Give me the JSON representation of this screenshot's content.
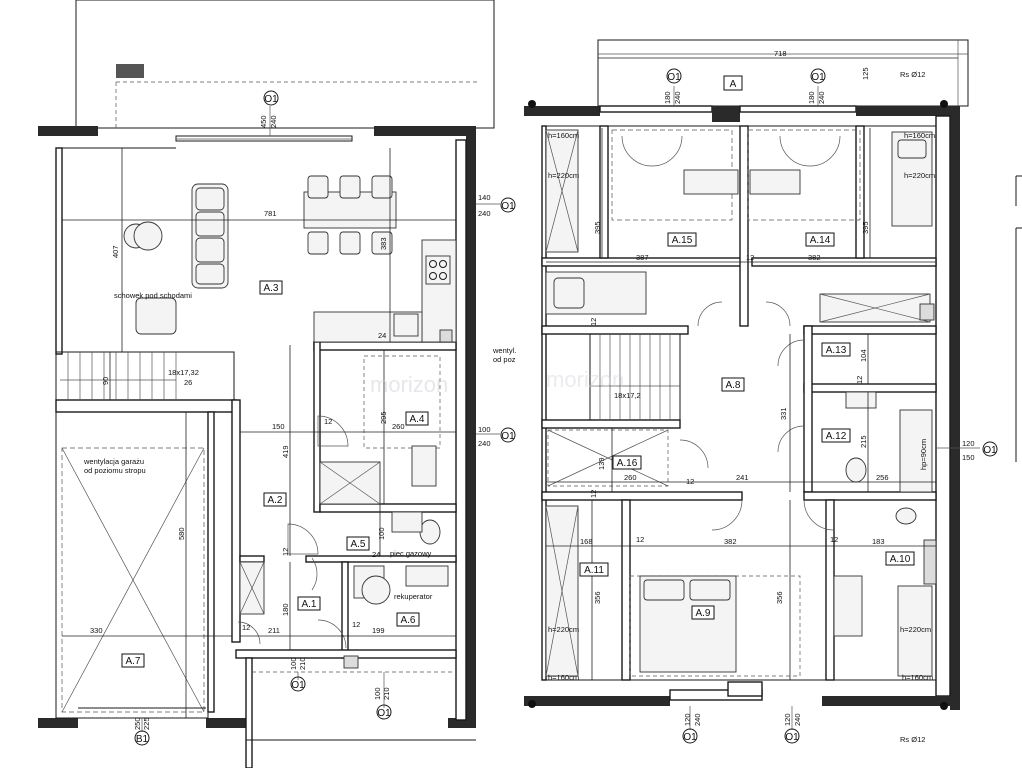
{
  "rooms_left": {
    "a3": "A.3",
    "a2": "A.2",
    "a4": "A.4",
    "a5": "A.5",
    "a1": "A.1",
    "a6": "A.6",
    "a7": "A.7"
  },
  "rooms_right": {
    "a": "A",
    "a15": "A.15",
    "a14": "A.14",
    "a13": "A.13",
    "a8": "A.8",
    "a12": "A.12",
    "a16": "A.16",
    "a11": "A.11",
    "a9": "A.9",
    "a10": "A.10"
  },
  "notes": {
    "schowek": "schowek pod schodami",
    "wentylacja_garazu_1": "wentylacja garażu",
    "wentylacja_garazu_2": "od poziomu stropu",
    "wentyl_1": "wentyl.",
    "wentyl_2": "od poz",
    "piec": "piec gazowy",
    "rekuperator": "rekuperator",
    "stairs_left": "18x17,32",
    "stairs_left_b": "26",
    "stairs_right": "18x17,2",
    "watermark": "morizon"
  },
  "axis_tags": {
    "o1": "O1",
    "b1": "B1",
    "rs": "Rs Ø12"
  },
  "dims_left": {
    "d781": "781",
    "d407": "407",
    "d383": "383",
    "d150": "150",
    "d12a": "12",
    "d260": "260",
    "d295": "295",
    "d419": "419",
    "d580": "580",
    "d330": "330",
    "d211": "211",
    "d199": "199",
    "d180": "180",
    "d100": "100",
    "d12b": "12",
    "d24a": "24",
    "d24b": "24",
    "d90": "90",
    "d450": "450",
    "d240a": "240",
    "d140": "140",
    "d240b": "240",
    "d100r": "100",
    "d240c": "240",
    "d100b": "100",
    "d210": "210",
    "d250": "250",
    "d225": "225",
    "d100c": "100",
    "d210c": "210",
    "d12c": "12",
    "d12d": "12"
  },
  "dims_right": {
    "d718": "718",
    "d125": "125",
    "d180a": "180",
    "d240a": "240",
    "d180b": "180",
    "d240b": "240",
    "d395a": "395",
    "d395b": "395",
    "d387": "387",
    "d12a": "12",
    "d382a": "382",
    "d331": "331",
    "d104": "104",
    "d215": "215",
    "d139": "139",
    "d260": "260",
    "d241": "241",
    "d256": "256",
    "d168": "168",
    "d382b": "382",
    "d183": "183",
    "d356a": "356",
    "d356b": "356",
    "d120a": "120",
    "d240c": "240",
    "d120b": "120",
    "d240d": "240",
    "d120c": "120",
    "d150": "150",
    "d12b": "12",
    "d12c": "12",
    "d12d": "12",
    "d12e": "12",
    "d12f": "12",
    "d12g": "12"
  },
  "heights": {
    "h160a": "h=160cm",
    "h160b": "h=160cm",
    "h220a": "h=220cm",
    "h220b": "h=220cm",
    "h220c": "h=220cm",
    "h220d": "h=220cm",
    "h160c": "h=160cm",
    "h160d": "h=160cm",
    "h90": "hp=90cm"
  }
}
